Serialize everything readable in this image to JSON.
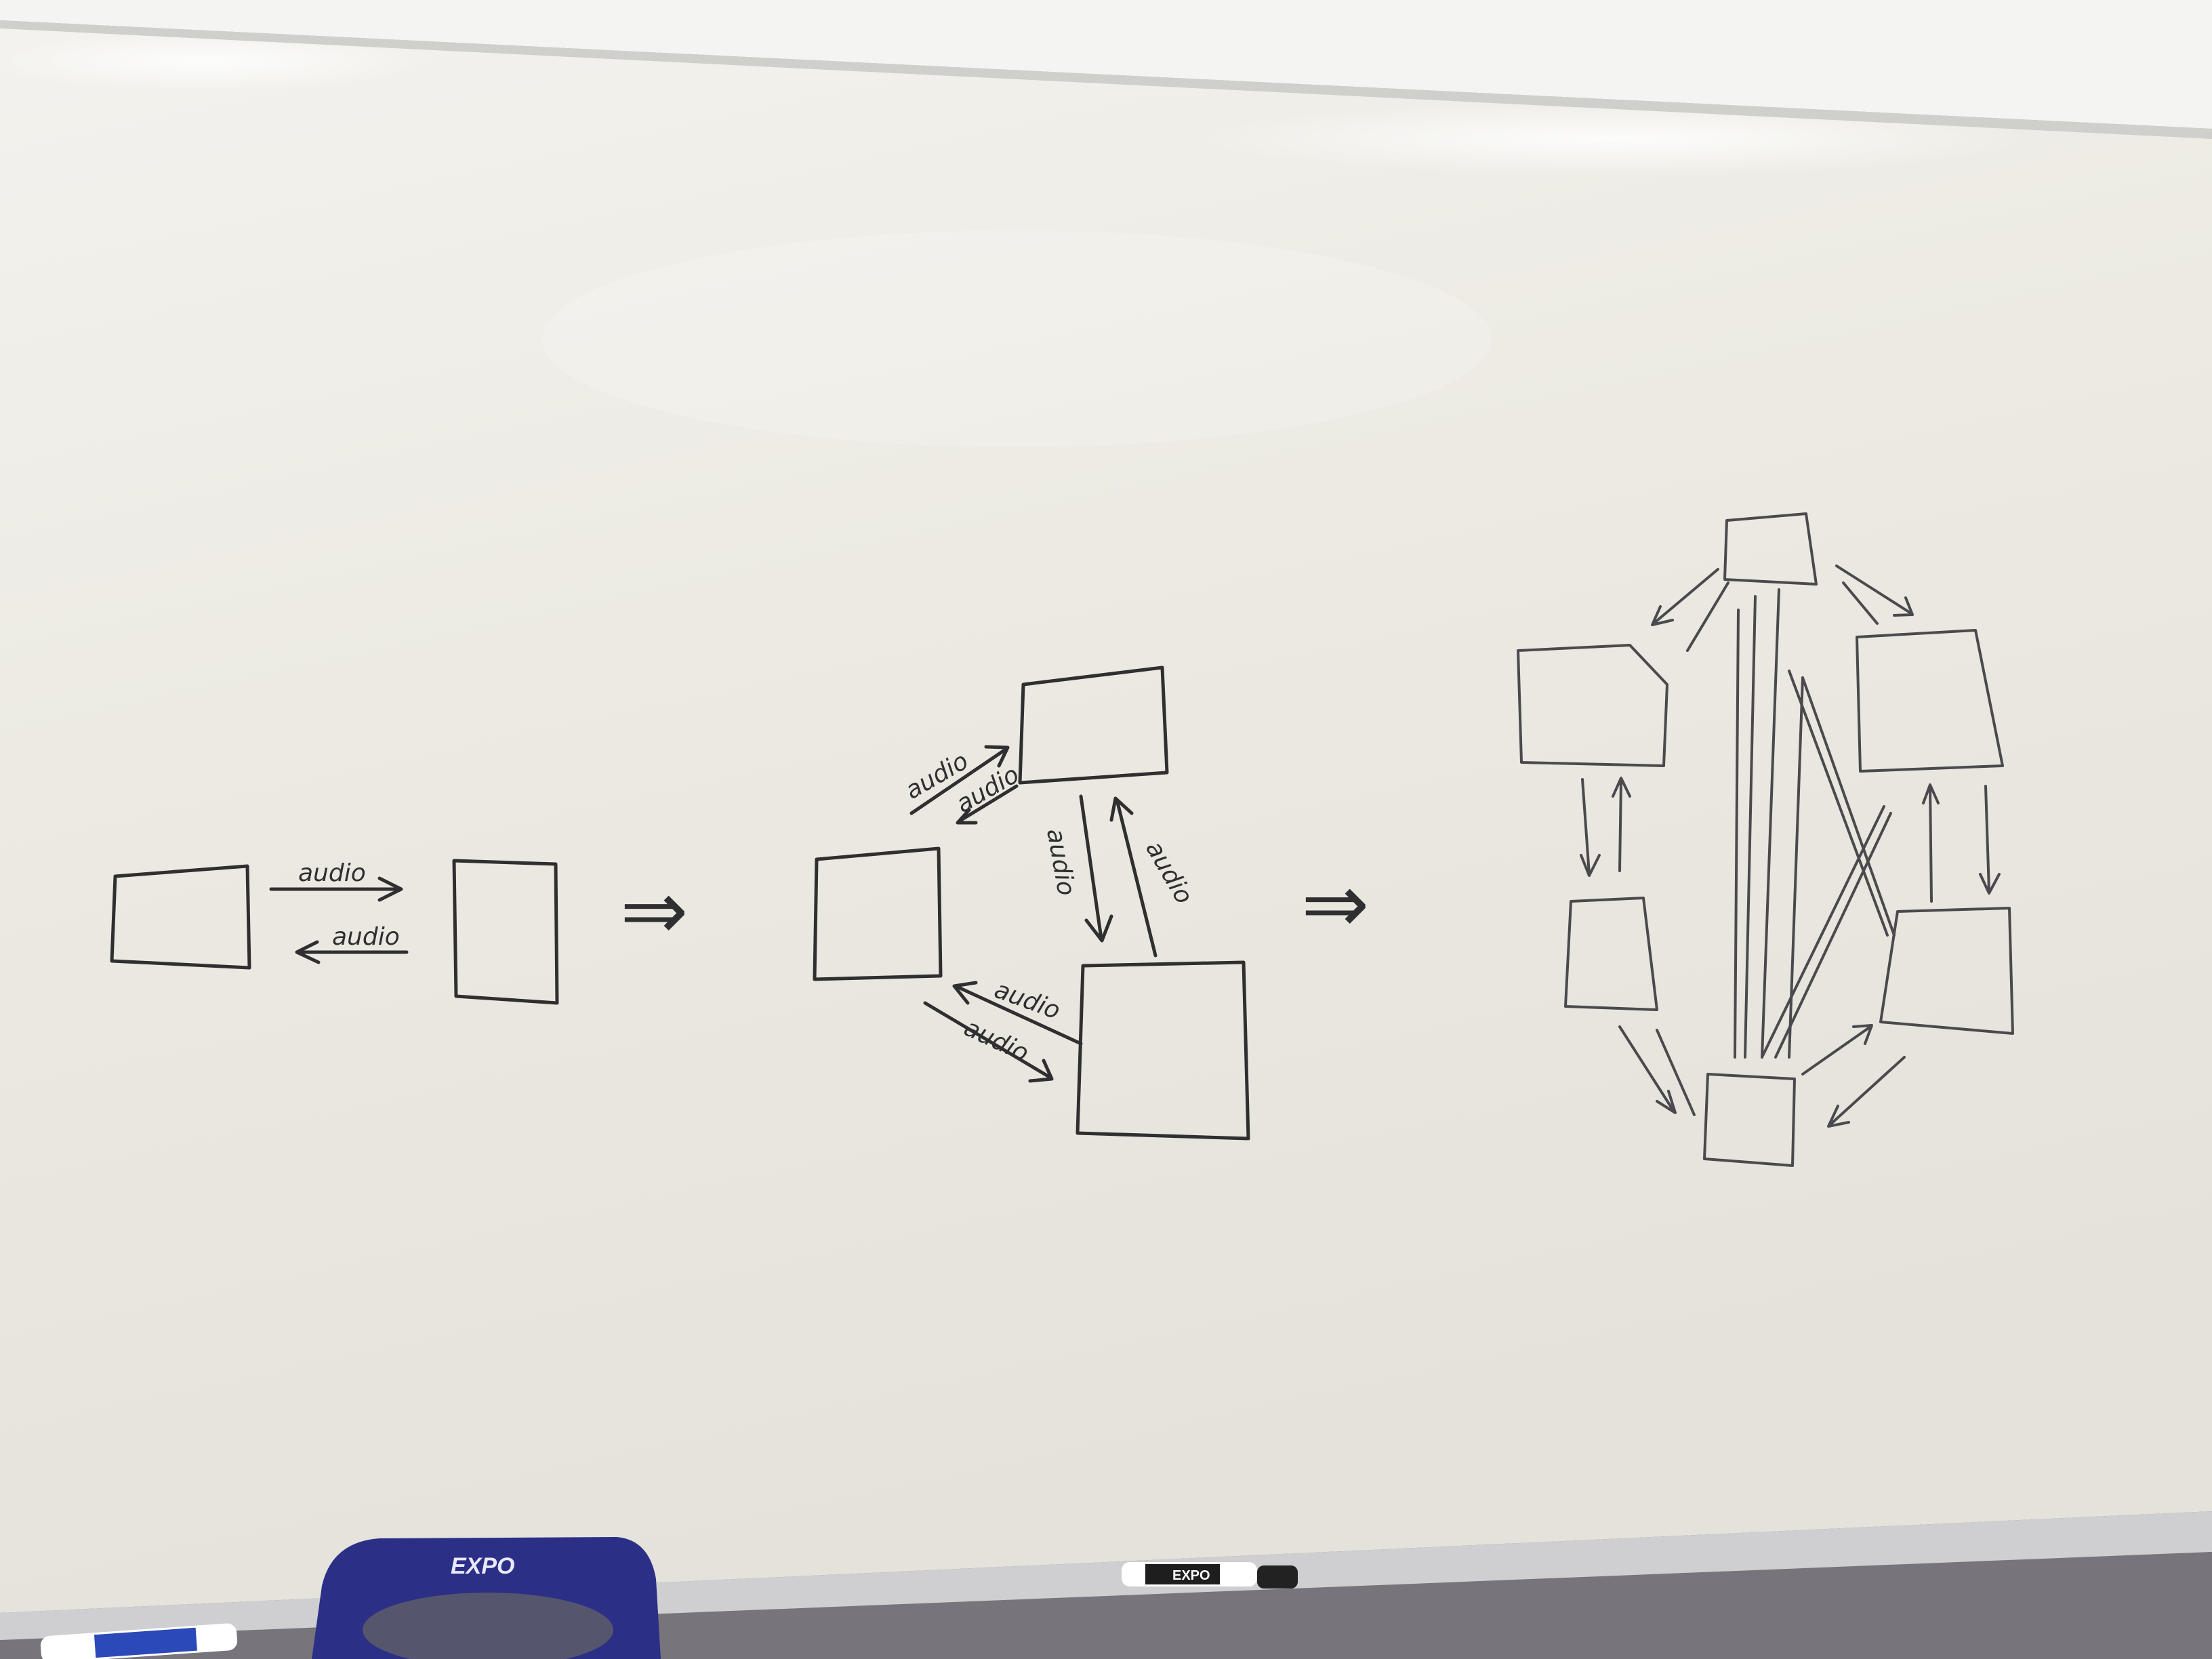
{
  "board": {
    "background": "#eeede6",
    "ink_color": "#2f2f31"
  },
  "labels": {
    "audio": "audio",
    "implies": "⇒"
  },
  "eraser": {
    "brand": "EXPO",
    "color": "#2b2f86"
  },
  "marker": {
    "brand": "EXPO"
  }
}
